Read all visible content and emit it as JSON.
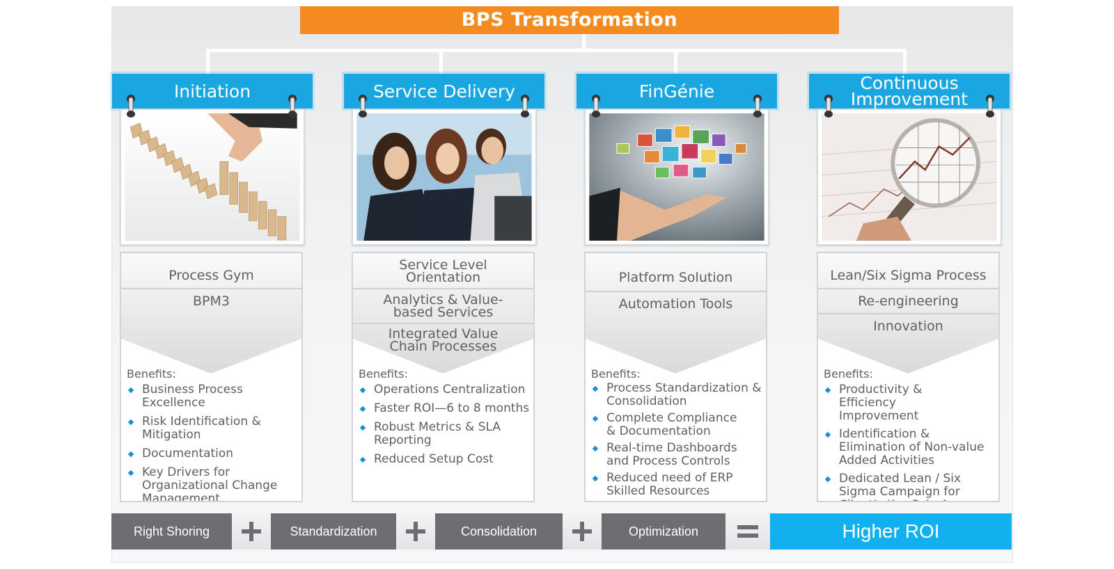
{
  "title": "BPS Transformation",
  "columns": [
    {
      "header": [
        "Initiation"
      ],
      "photo_icon": "falling-dominoes",
      "cells": [
        "Process Gym",
        "BPM3"
      ],
      "benefits_label": "Benefits:",
      "benefits": [
        "Business Process Excellence",
        "Risk Identification & Mitigation",
        "Documentation",
        "Key Drivers for Organizational Change Management"
      ]
    },
    {
      "header": [
        "Service Delivery"
      ],
      "photo_icon": "call-center-agents",
      "cells": [
        "Service Level Orientation",
        "Analytics & Value-based Services",
        "Integrated Value Chain Processes"
      ],
      "benefits_label": "Benefits:",
      "benefits": [
        "Operations Centralization",
        "Faster ROI—6 to 8 months",
        "Robust Metrics & SLA Reporting",
        "Reduced Setup Cost"
      ]
    },
    {
      "header": [
        "FinGénie"
      ],
      "photo_icon": "hand-with-floating-images",
      "cells": [
        "Platform Solution",
        "Automation Tools"
      ],
      "benefits_label": "Benefits:",
      "benefits": [
        "Process Standardization & Consolidation",
        "Complete Compliance & Documentation",
        "Real-time Dashboards and Process Controls",
        "Reduced need of ERP Skilled Resources"
      ]
    },
    {
      "header": [
        "Continuous",
        "Improvement"
      ],
      "photo_icon": "magnifier-over-chart",
      "cells": [
        "Lean/Six Sigma Process",
        "Re-engineering",
        "Innovation"
      ],
      "benefits_label": "Benefits:",
      "benefits": [
        "Productivity & Efficiency Improvement",
        "Identification & Elimination of Non-value Added Activities",
        "Dedicated Lean / Six Sigma Campaign for Client’s Key Pain Areas"
      ]
    }
  ],
  "equation": {
    "terms": [
      "Right Shoring",
      "Standardization",
      "Consolidation",
      "Optimization"
    ],
    "operator_icon": "plus-icon",
    "equals_icon": "equals-icon",
    "result": "Higher ROI"
  },
  "colors": {
    "title_bg": "#f48b20",
    "header_bg": "#1aa7e1",
    "term_bg": "#6c6e71",
    "result_bg": "#12b0ef",
    "bullet": "#1a8ed8"
  }
}
